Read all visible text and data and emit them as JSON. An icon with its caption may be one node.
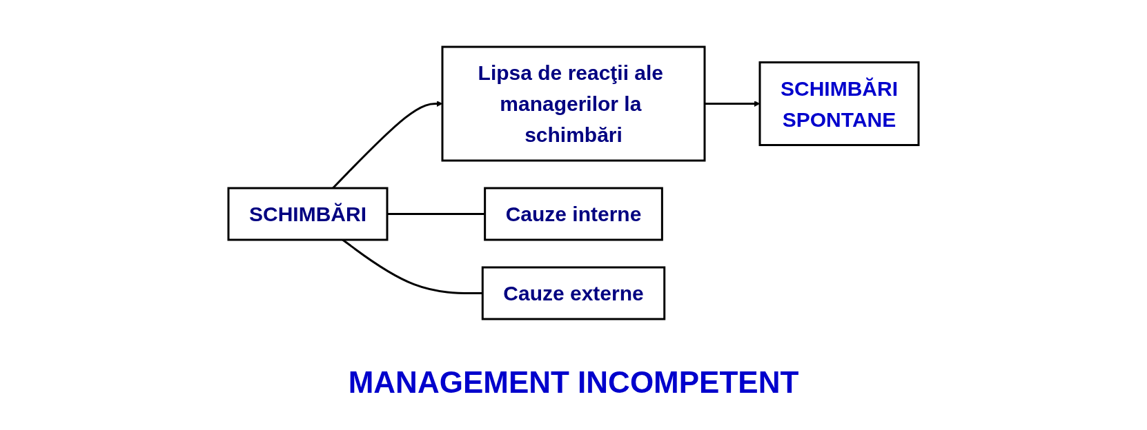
{
  "diagram": {
    "nodes": [
      {
        "text": [
          "SCHIMBĂRI"
        ]
      },
      {
        "text": [
          "Lipsa de reacţii ale managerilor la schimbări"
        ]
      },
      {
        "text": [
          "SCHIMBĂRI",
          "SPONTANE"
        ]
      },
      {
        "text": [
          "Cauze interne"
        ]
      },
      {
        "text": [
          "Cauze externe"
        ]
      }
    ],
    "edges": [
      {
        "from": 0,
        "to": 1,
        "arrow": "to"
      },
      {
        "from": 1,
        "to": 2,
        "arrow": "to"
      },
      {
        "from": 0,
        "to": 3,
        "arrow": "none"
      },
      {
        "from": 0,
        "to": 4,
        "arrow": "none"
      }
    ],
    "labels": [
      "MANAGEMENT INCOMPETENT"
    ]
  }
}
